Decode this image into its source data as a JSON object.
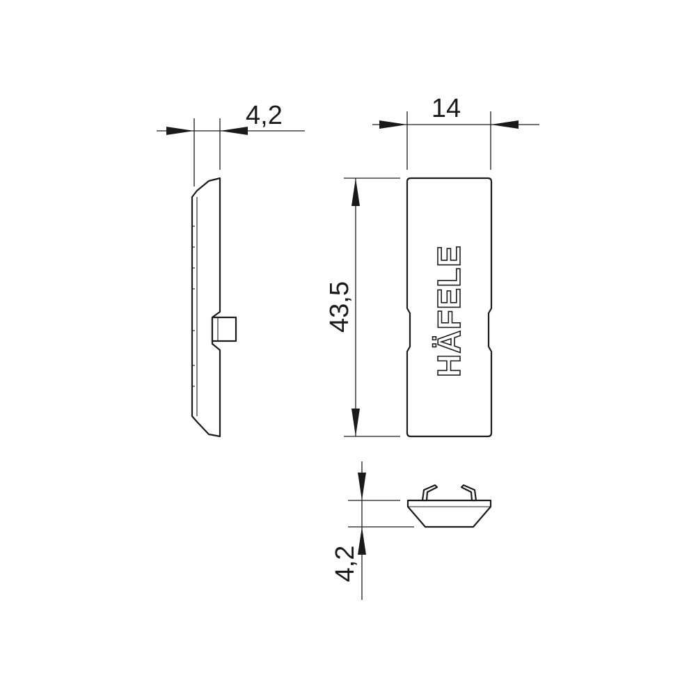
{
  "dimensions": {
    "side_thickness": "4,2",
    "front_width": "14",
    "front_height": "43,5",
    "bottom_height": "4,2"
  },
  "logo": {
    "text": "HÄFELE"
  }
}
